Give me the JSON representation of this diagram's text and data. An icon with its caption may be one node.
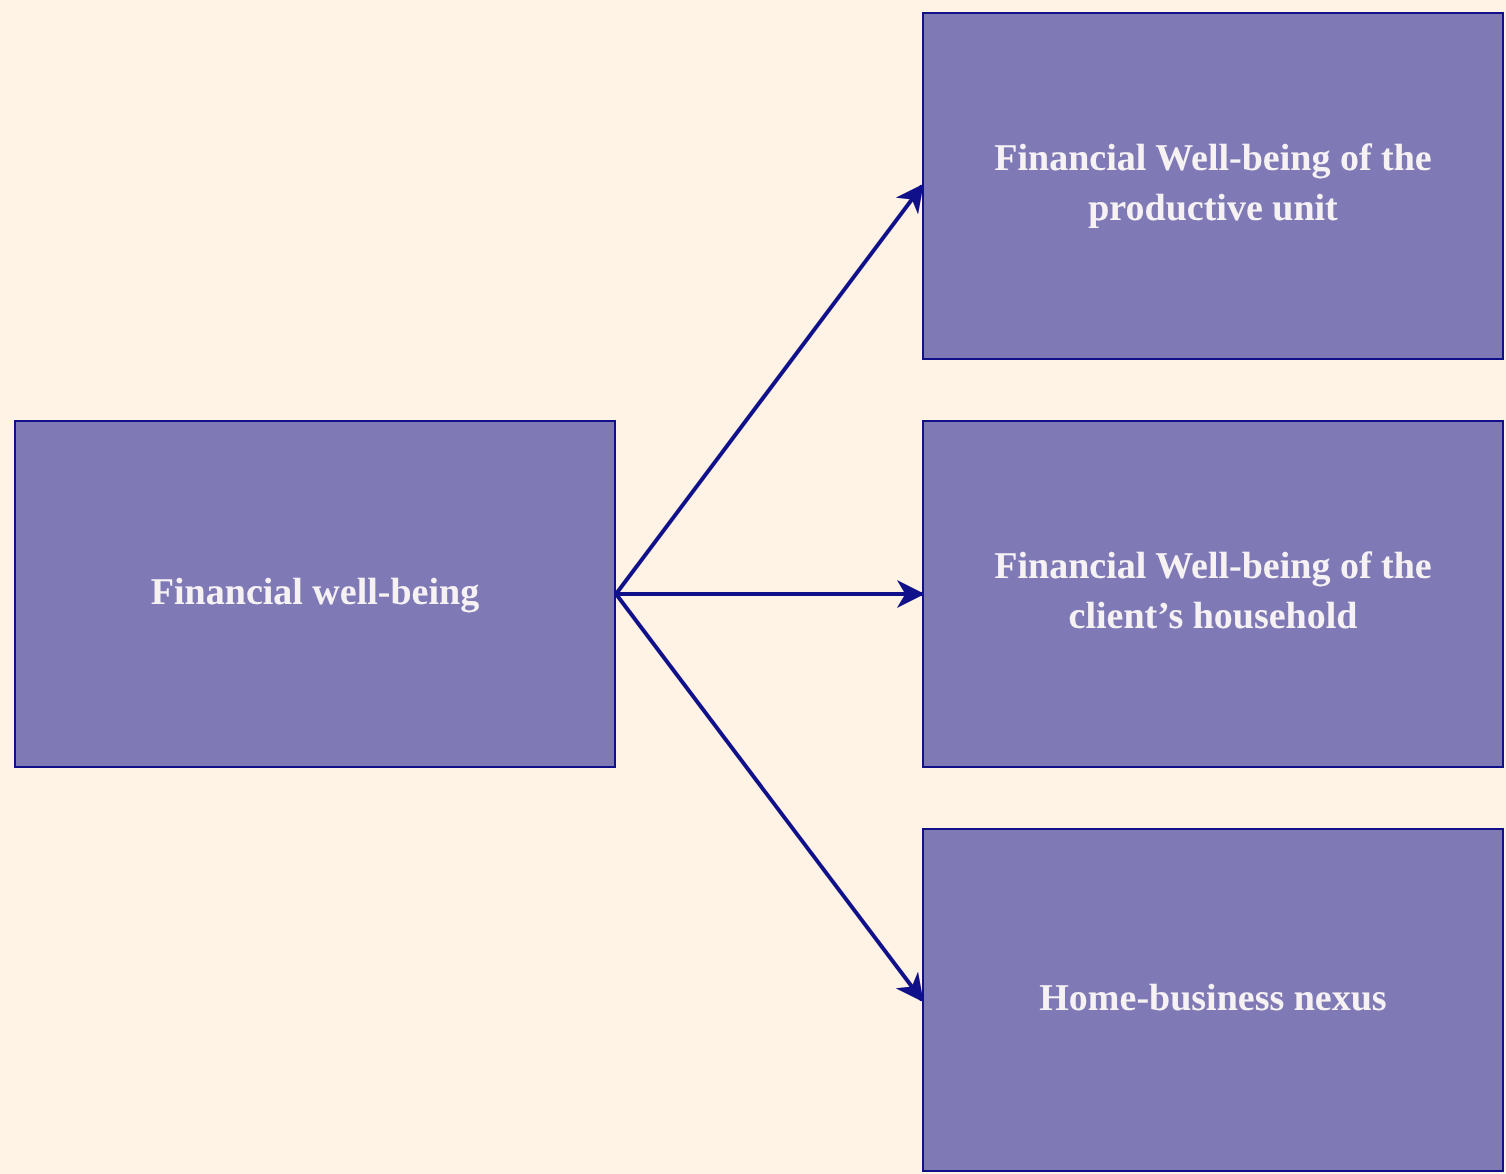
{
  "diagram": {
    "nodes": [
      {
        "text": [
          "Financial well-being"
        ]
      },
      {
        "text": [
          "Financial Well-being of the productive unit"
        ]
      },
      {
        "text": [
          "Financial Well-being of the client’s household"
        ]
      },
      {
        "text": [
          "Home-business nexus"
        ]
      }
    ],
    "edges": [
      {
        "from": 0,
        "to": 1,
        "arrow": "to"
      },
      {
        "from": 0,
        "to": 2,
        "arrow": "to"
      },
      {
        "from": 0,
        "to": 3,
        "arrow": "to"
      }
    ]
  }
}
